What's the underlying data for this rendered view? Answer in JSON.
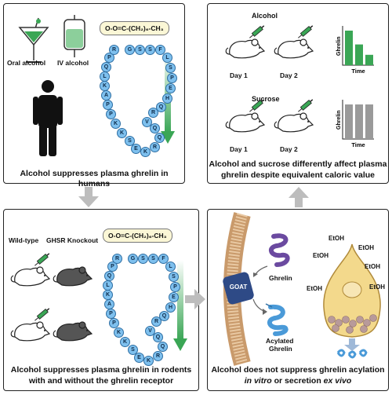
{
  "panel_tl": {
    "labels": {
      "oral_alcohol": "Oral alcohol",
      "iv_alcohol": "IV alcohol"
    },
    "formula": "O-O=C-(CH₂)₆-CH₃",
    "caption": "Alcohol suppresses plasma ghrelin in humans"
  },
  "panel_tr": {
    "alcohol_title": "Alcohol",
    "sucrose_title": "Sucrose",
    "day1": "Day 1",
    "day2": "Day 2",
    "chart_ylabel": "Ghrelin",
    "chart_xlabel": "Time",
    "caption_line1": "Alcohol and sucrose differently affect plasma",
    "caption_line2": "ghrelin despite equivalent caloric value"
  },
  "panel_bl": {
    "labels": {
      "wild_type": "Wild-type",
      "ghsr_knockout": "GHSR Knockout"
    },
    "formula": "O-O=C-(CH₂)₆-CH₃",
    "caption_line1": "Alcohol suppresses plasma ghrelin in rodents",
    "caption_line2": "with and without the ghrelin receptor"
  },
  "panel_br": {
    "goat": "GOAT",
    "ghrelin": "Ghrelin",
    "acylated_line1": "Acylated",
    "acylated_line2": "Ghrelin",
    "etoh": "EtOH",
    "caption_line1": "Alcohol does not suppress ghrelin acylation",
    "caption_in_vitro": "in vitro",
    "caption_middle": " or secretion ",
    "caption_ex_vivo": "ex vivo"
  },
  "ghrelin_sequence": [
    "G",
    "S",
    "S",
    "F",
    "L",
    "S",
    "P",
    "E",
    "H",
    "Q",
    "R",
    "V",
    "Q",
    "Q",
    "R",
    "K",
    "E",
    "S",
    "K",
    "K",
    "P",
    "P",
    "A",
    "K",
    "L",
    "Q",
    "P",
    "R"
  ],
  "chart_data": [
    {
      "type": "bar",
      "name": "alcohol",
      "values": [
        10,
        6,
        3
      ],
      "color": "#3aa655",
      "xlabel": "Time",
      "ylabel": "Ghrelin"
    },
    {
      "type": "bar",
      "name": "sucrose",
      "values": [
        10,
        10,
        10
      ],
      "color": "#9a9a9a",
      "xlabel": "Time",
      "ylabel": "Ghrelin"
    }
  ],
  "colors": {
    "green": "#3aa655",
    "bead": "#7ec0ee",
    "arrow": "#bdbdbd",
    "cell": "#f3d98c"
  }
}
